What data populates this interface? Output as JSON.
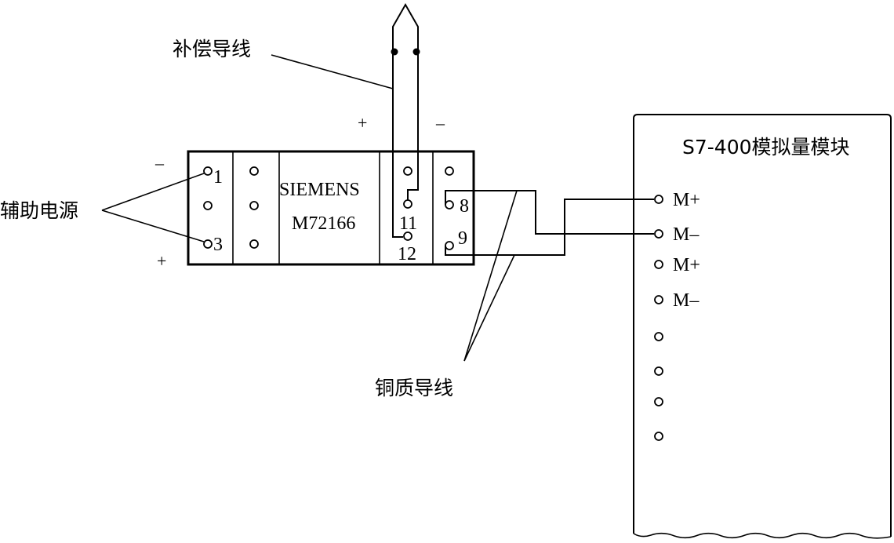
{
  "labels": {
    "compensation_wire": "补偿导线",
    "aux_power": "辅助电源",
    "copper_wire": "铜质导线",
    "module_title": "S7-400模拟量模块"
  },
  "transmitter": {
    "brand": "SIEMENS",
    "model": "M72166",
    "terminals": {
      "t1": "1",
      "t3": "3",
      "t8": "8",
      "t9": "9",
      "t11": "11",
      "t12": "12"
    }
  },
  "module_terminals": [
    "M+",
    "M–",
    "M+",
    "M–"
  ],
  "polarity": {
    "aux_top": "–",
    "aux_bottom": "+",
    "tc_plus": "+",
    "tc_minus": "–"
  }
}
